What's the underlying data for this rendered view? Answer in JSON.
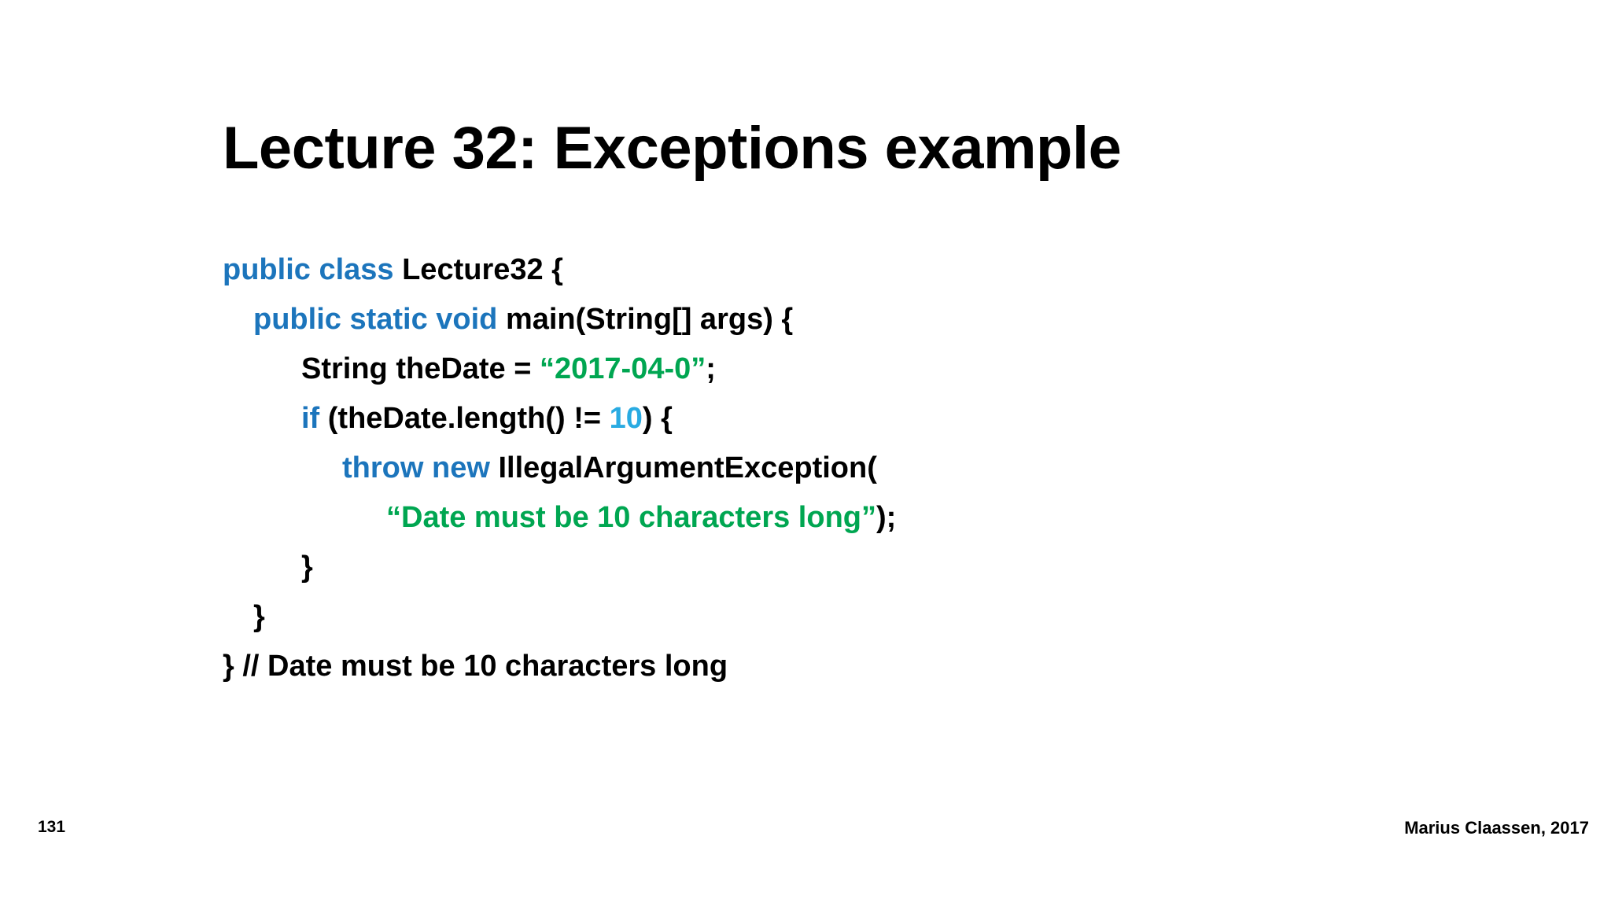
{
  "slide": {
    "title": "Lecture 32: Exceptions example",
    "background_color": "#ffffff"
  },
  "syntax_colors": {
    "keyword": "#1C75BC",
    "number": "#29ABE2",
    "string": "#00A651",
    "plain": "#000000",
    "comment": "#000000"
  },
  "code": {
    "language": "java",
    "lines": [
      {
        "indent": 0,
        "tokens": [
          {
            "text": "public class ",
            "type": "keyword"
          },
          {
            "text": "Lecture32 {",
            "type": "plain"
          }
        ]
      },
      {
        "indent": 1,
        "tokens": [
          {
            "text": "public static void ",
            "type": "keyword"
          },
          {
            "text": "main(String[] args) {",
            "type": "plain"
          }
        ]
      },
      {
        "indent": 2,
        "tokens": [
          {
            "text": "String theDate = ",
            "type": "plain"
          },
          {
            "text": "“2017-04-0”",
            "type": "string"
          },
          {
            "text": ";",
            "type": "plain"
          }
        ]
      },
      {
        "indent": 2,
        "tokens": [
          {
            "text": "if",
            "type": "keyword"
          },
          {
            "text": " (theDate.length() != ",
            "type": "plain"
          },
          {
            "text": "10",
            "type": "number"
          },
          {
            "text": ") {",
            "type": "plain"
          }
        ]
      },
      {
        "indent": 3,
        "tokens": [
          {
            "text": "throw new ",
            "type": "keyword"
          },
          {
            "text": "IllegalArgumentException(",
            "type": "plain"
          }
        ]
      },
      {
        "indent": 4,
        "tokens": [
          {
            "text": "“Date must be 10 characters long”",
            "type": "string"
          },
          {
            "text": ");",
            "type": "plain"
          }
        ]
      },
      {
        "indent": 2,
        "tokens": [
          {
            "text": "}",
            "type": "plain"
          }
        ]
      },
      {
        "indent": 1,
        "tokens": [
          {
            "text": "}",
            "type": "plain"
          }
        ]
      },
      {
        "indent": 0,
        "tokens": [
          {
            "text": "}  ",
            "type": "plain"
          },
          {
            "text": "// Date must be 10 characters long",
            "type": "comment"
          }
        ]
      }
    ]
  },
  "footer": {
    "page_number": "131",
    "author_credit": "Marius Claassen,  2017"
  }
}
